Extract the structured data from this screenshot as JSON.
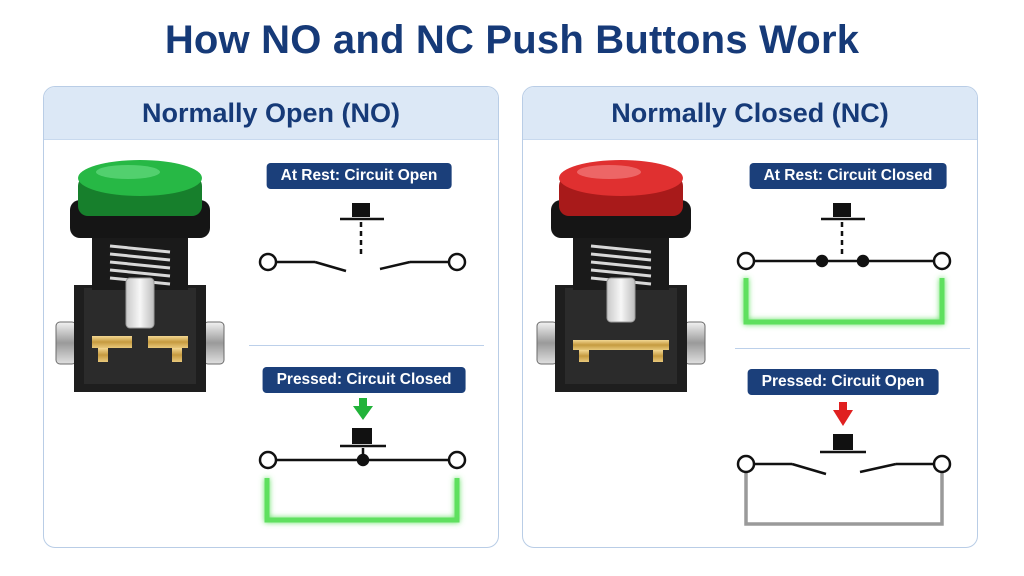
{
  "title": "How NO and NC Push Buttons Work",
  "panels": {
    "no": {
      "header": "Normally Open (NO)",
      "rest_label": "At Rest: Circuit Open",
      "pressed_label": "Pressed: Circuit Closed",
      "button_color": "#1fa83a"
    },
    "nc": {
      "header": "Normally Closed (NC)",
      "rest_label": "At Rest: Circuit Closed",
      "pressed_label": "Pressed: Circuit Open",
      "button_color": "#d62424"
    }
  },
  "colors": {
    "title": "#163a78",
    "pill": "#1b3f7a",
    "active_circuit": "#5ee05e",
    "inactive_circuit": "#9a9a9a",
    "press_arrow_no": "#22b33a",
    "press_arrow_nc": "#e02020"
  }
}
